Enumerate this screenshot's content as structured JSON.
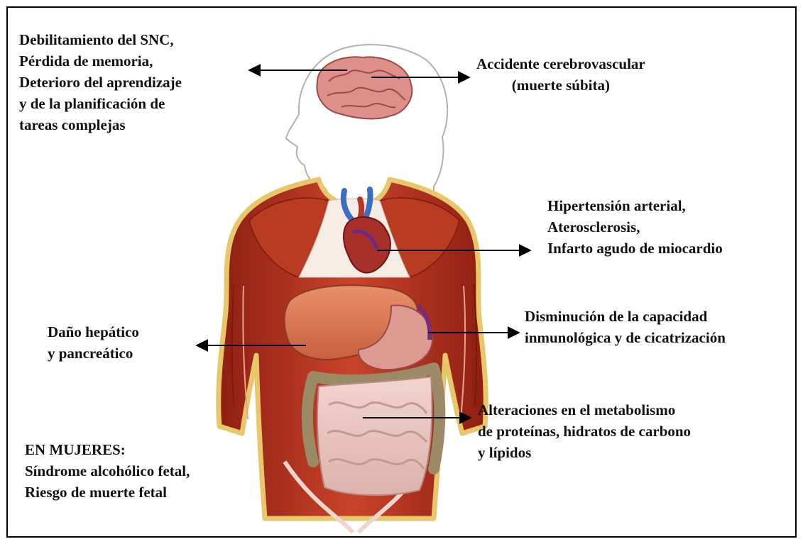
{
  "labels": {
    "cns": {
      "lines": [
        "Debilitamiento del SNC,",
        "Pérdida de memoria,",
        "Deterioro del aprendizaje",
        "y de la planificación de",
        "tareas complejas"
      ]
    },
    "stroke": {
      "lines": [
        "Accidente cerebrovascular",
        "(muerte súbita)"
      ]
    },
    "heart": {
      "lines": [
        "Hipertensión arterial,",
        "Aterosclerosis,",
        "Infarto agudo de miocardio"
      ]
    },
    "immune": {
      "lines": [
        "Disminución de la capacidad",
        "inmunológica y de cicatrización"
      ]
    },
    "liver": {
      "lines": [
        "Daño hepático",
        "y pancreático"
      ]
    },
    "metabolism": {
      "lines": [
        "Alteraciones en el metabolismo",
        "de proteínas, hidratos de carbono",
        "y lípidos"
      ]
    },
    "women": {
      "lines": [
        "EN MUJERES:",
        "Síndrome alcohólico fetal,",
        "Riesgo de muerte fetal"
      ]
    }
  }
}
